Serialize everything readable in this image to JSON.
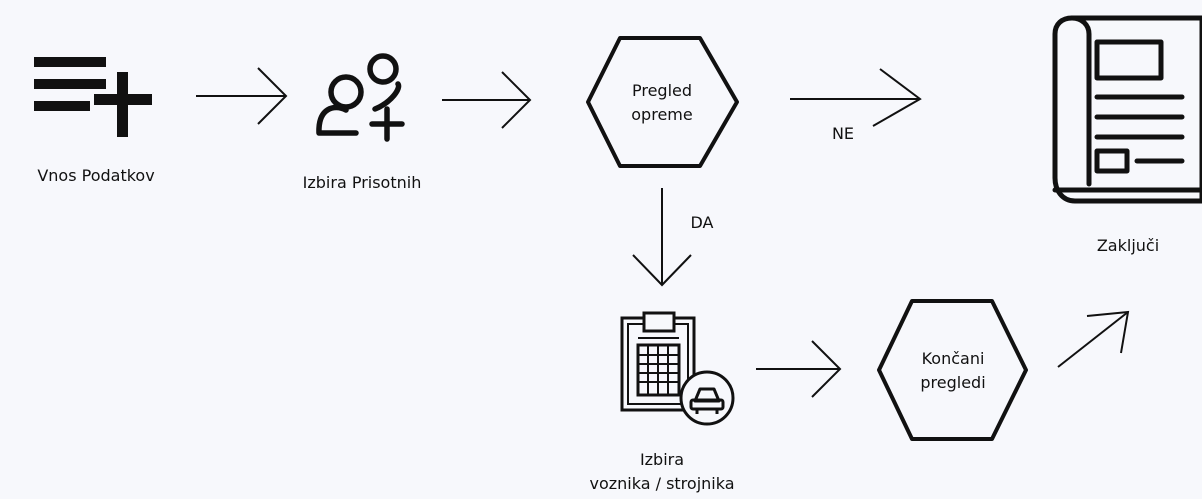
{
  "steps": {
    "vnos_podatkov": {
      "label": "Vnos Podatkov",
      "icon": "add-list-icon"
    },
    "izbira_prisotnih": {
      "label": "Izbira Prisotnih",
      "icon": "add-user-icon"
    },
    "pregled_opreme": {
      "line1": "Pregled",
      "line2": "opreme"
    },
    "zakljuci": {
      "label": "Zaključi",
      "icon": "document-icon"
    },
    "izbira_voznika": {
      "line1": "Izbira",
      "line2": "voznika / strojnika",
      "icon": "calendar-car-icon"
    },
    "koncani_pregledi": {
      "line1": "Končani",
      "line2": "pregledi"
    }
  },
  "edges": {
    "no_label": "NE",
    "yes_label": "DA"
  },
  "colors": {
    "background": "#f7f8fc",
    "stroke": "#111111"
  }
}
